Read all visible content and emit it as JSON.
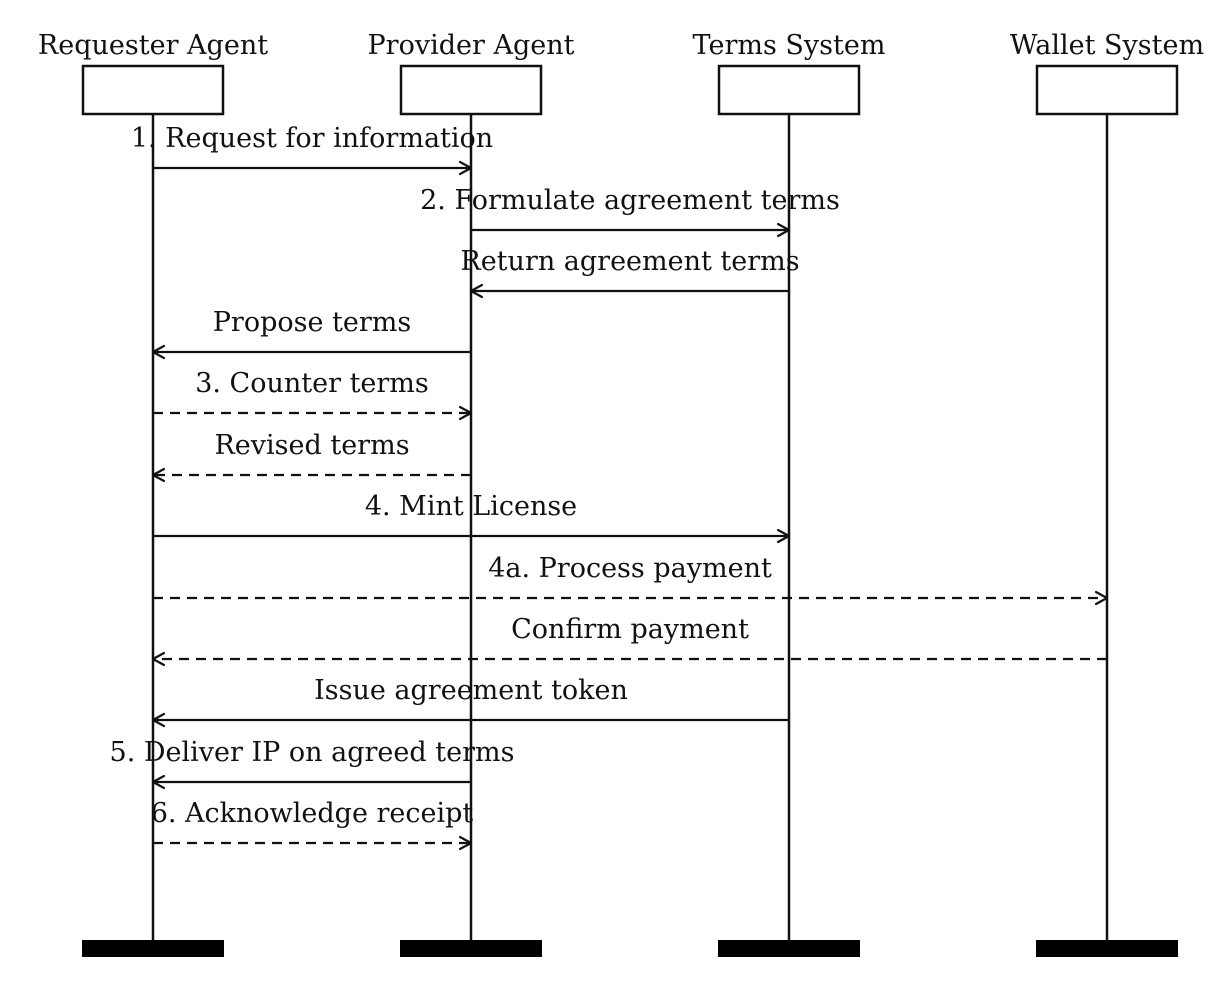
{
  "participants": [
    {
      "id": "requester",
      "name": "Requester Agent"
    },
    {
      "id": "provider",
      "name": "Provider Agent"
    },
    {
      "id": "terms",
      "name": "Terms System"
    },
    {
      "id": "wallet",
      "name": "Wallet System"
    }
  ],
  "messages": [
    {
      "from": "requester",
      "to": "provider",
      "label": "1. Request for information",
      "style": "solid"
    },
    {
      "from": "provider",
      "to": "terms",
      "label": "2. Formulate agreement terms",
      "style": "solid"
    },
    {
      "from": "terms",
      "to": "provider",
      "label": "Return agreement terms",
      "style": "solid"
    },
    {
      "from": "provider",
      "to": "requester",
      "label": "Propose terms",
      "style": "solid"
    },
    {
      "from": "requester",
      "to": "provider",
      "label": "3. Counter terms",
      "style": "dashed"
    },
    {
      "from": "provider",
      "to": "requester",
      "label": "Revised terms",
      "style": "dashed"
    },
    {
      "from": "requester",
      "to": "terms",
      "label": "4. Mint License",
      "style": "solid"
    },
    {
      "from": "requester",
      "to": "wallet",
      "label": "4a. Process payment",
      "style": "dashed"
    },
    {
      "from": "wallet",
      "to": "requester",
      "label": "Confirm payment",
      "style": "dashed"
    },
    {
      "from": "terms",
      "to": "requester",
      "label": "Issue agreement token",
      "style": "solid"
    },
    {
      "from": "provider",
      "to": "requester",
      "label": "5. Deliver IP on agreed terms",
      "style": "solid"
    },
    {
      "from": "requester",
      "to": "provider",
      "label": "6. Acknowledge receipt",
      "style": "dashed"
    }
  ]
}
